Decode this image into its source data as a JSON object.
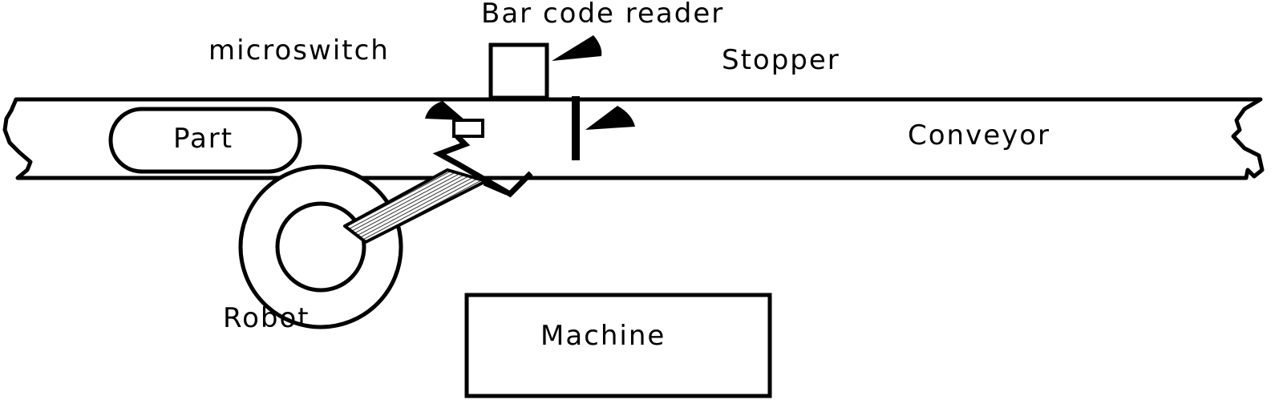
{
  "labels": {
    "bar_code_reader": "Bar code reader",
    "microswitch": "microswitch",
    "stopper": "Stopper",
    "part": "Part",
    "conveyor": "Conveyor",
    "robot": "Robot",
    "machine": "Machine"
  },
  "colors": {
    "line": "#000000",
    "background": "#ffffff"
  }
}
